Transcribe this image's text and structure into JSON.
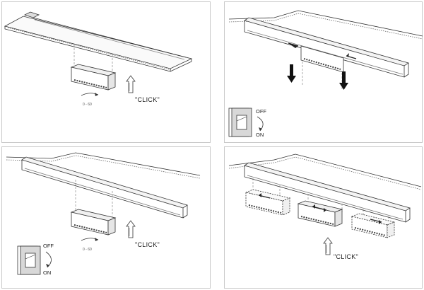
{
  "steps": [
    {
      "id": 1,
      "click_label": "\"CLICK\"",
      "angle_label": "0 - 60"
    },
    {
      "id": 2,
      "switch_off_label": "OFF",
      "switch_on_label": "ON"
    },
    {
      "id": 3,
      "click_label": "\"CLICK\"",
      "angle_label": "0 - 60",
      "switch_off_label": "OFF",
      "switch_on_label": "ON"
    },
    {
      "id": 4,
      "click_label": "\"CLICK\""
    }
  ],
  "icons": {
    "arrow": "push-up-arrow-icon",
    "rotate": "rotate-arrow-icon",
    "switch": "wall-switch-icon",
    "down": "down-arrow-icon",
    "slide": "double-arrow-icon"
  },
  "colors": {
    "line": "#333333",
    "frame": "#c9c9c9",
    "hatch": "#555555"
  }
}
